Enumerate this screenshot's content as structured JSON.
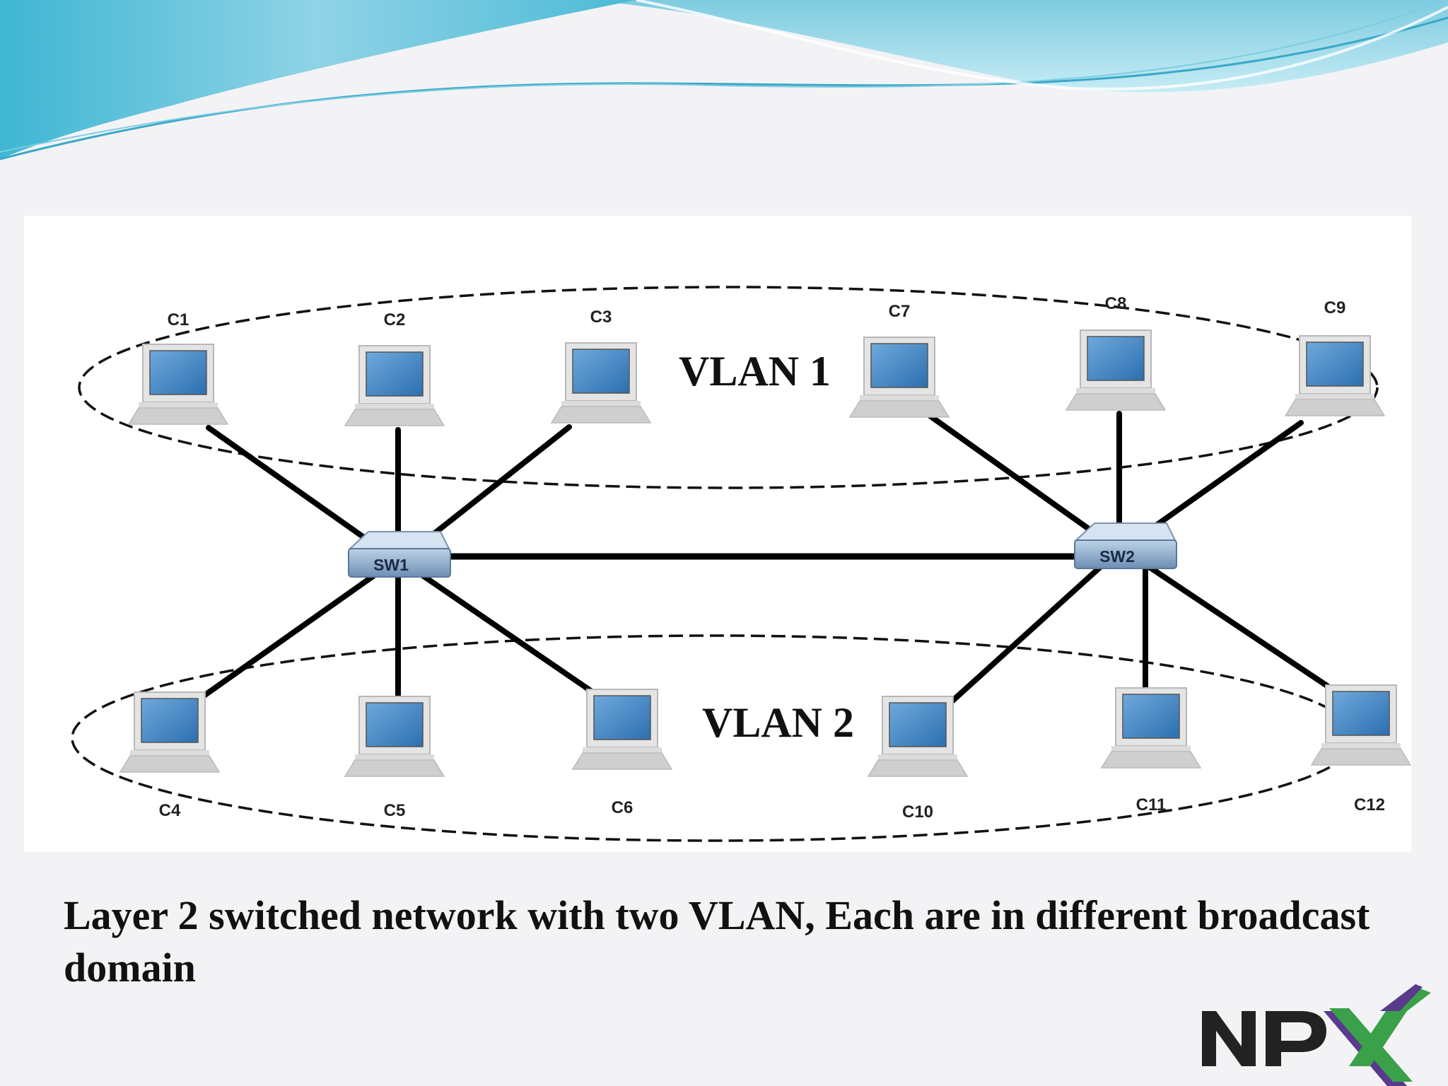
{
  "diagram": {
    "vlans": [
      {
        "id": "vlan1",
        "label": "VLAN 1",
        "computers": [
          "C1",
          "C2",
          "C3",
          "C7",
          "C8",
          "C9"
        ]
      },
      {
        "id": "vlan2",
        "label": "VLAN 2",
        "computers": [
          "C4",
          "C5",
          "C6",
          "C10",
          "C11",
          "C12"
        ]
      }
    ],
    "switches": [
      {
        "id": "sw1",
        "label": "SW1",
        "connects": [
          "C1",
          "C2",
          "C3",
          "C4",
          "C5",
          "C6"
        ]
      },
      {
        "id": "sw2",
        "label": "SW2",
        "connects": [
          "C7",
          "C8",
          "C9",
          "C10",
          "C11",
          "C12"
        ]
      }
    ],
    "trunk": {
      "from": "SW1",
      "to": "SW2"
    },
    "computers": [
      {
        "label": "C1"
      },
      {
        "label": "C2"
      },
      {
        "label": "C3"
      },
      {
        "label": "C7"
      },
      {
        "label": "C8"
      },
      {
        "label": "C9"
      },
      {
        "label": "C4"
      },
      {
        "label": "C5"
      },
      {
        "label": "C6"
      },
      {
        "label": "C10"
      },
      {
        "label": "C11"
      },
      {
        "label": "C12"
      }
    ]
  },
  "caption": "Layer 2 switched network with two VLAN, Each are in different broadcast domain",
  "logo": {
    "text": "NPX",
    "colors": {
      "letters": "#222222",
      "x_accent": "#3aa04a",
      "x_shadow": "#5a3a8c"
    }
  },
  "colors": {
    "banner_light": "#e9f7fb",
    "banner_mid": "#8fd3e6",
    "banner_dark": "#3fb6d3",
    "screen": "#3f87c6",
    "link": "#000000"
  }
}
